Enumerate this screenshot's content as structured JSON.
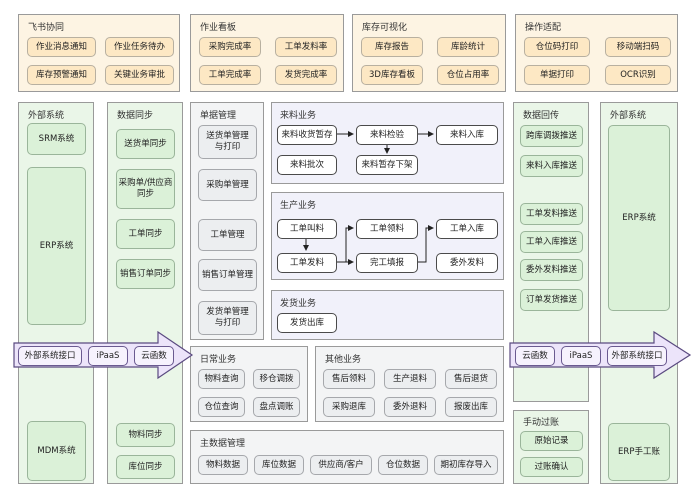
{
  "panels": {
    "feishu": {
      "title": "飞书协同",
      "items": [
        "作业消息通知",
        "作业任务待办",
        "库存预警通知",
        "关键业务审批"
      ]
    },
    "work_board": {
      "title": "作业看板",
      "items": [
        "采购完成率",
        "工单发料率",
        "工单完成率",
        "发货完成率"
      ]
    },
    "inventory_viz": {
      "title": "库存可视化",
      "items": [
        "库存报告",
        "库龄统计",
        "3D库存看板",
        "仓位占用率"
      ]
    },
    "ops_adapt": {
      "title": "操作适配",
      "items": [
        "仓位码打印",
        "移动端扫码",
        "单据打印",
        "OCR识别"
      ]
    },
    "ext_left": {
      "title": "外部系统",
      "items": [
        "SRM系统",
        "ERP系统",
        "MDM系统"
      ]
    },
    "data_sync": {
      "title": "数据同步",
      "items": [
        "送货单同步",
        "采购单/供应商同步",
        "工单同步",
        "销售订单同步",
        "物料同步",
        "库位同步"
      ]
    },
    "doc_mgmt": {
      "title": "单据管理",
      "items": [
        "送货单管理与打印",
        "采购单管理",
        "工单管理",
        "销售订单管理",
        "发货单管理与打印"
      ]
    },
    "incoming": {
      "title": "来料业务",
      "items": [
        "来料收货暂存",
        "来料检验",
        "来料入库",
        "来料批次",
        "来料暂存下架"
      ]
    },
    "production": {
      "title": "生产业务",
      "items": [
        "工单叫料",
        "工单领料",
        "工单入库",
        "工单发料",
        "完工填报",
        "委外发料"
      ]
    },
    "shipping": {
      "title": "发货业务",
      "items": [
        "发货出库"
      ]
    },
    "daily": {
      "title": "日常业务",
      "items": [
        "物料查询",
        "移仓调拨",
        "仓位查询",
        "盘点调账"
      ]
    },
    "other": {
      "title": "其他业务",
      "items": [
        "售后领料",
        "生产退料",
        "售后退货",
        "采购退库",
        "委外退料",
        "报废出库"
      ]
    },
    "master_data": {
      "title": "主数据管理",
      "items": [
        "物料数据",
        "库位数据",
        "供应商/客户",
        "仓位数据",
        "期初库存导入"
      ]
    },
    "data_return": {
      "title": "数据回传",
      "items": [
        "跨库调拨推送",
        "来料入库推送",
        "工单发料推送",
        "工单入库推送",
        "委外发料推送",
        "订单发货推送"
      ]
    },
    "manual_post": {
      "title": "手动过账",
      "items": [
        "原始记录",
        "过账确认"
      ]
    },
    "ext_right": {
      "title": "外部系统",
      "items": [
        "ERP系统",
        "ERP手工账"
      ]
    }
  },
  "integration": {
    "left": [
      "外部系统接口",
      "iPaaS",
      "云函数"
    ],
    "right": [
      "云函数",
      "iPaaS",
      "外部系统接口"
    ]
  },
  "colors": {
    "top_fill": "#fde8c4",
    "top_panel": "#fdf4e3",
    "green_fill": "#dbf1d8",
    "green_panel": "#eaf6e8",
    "gray_fill": "#eceef0",
    "gray_panel": "#f3f4f5",
    "lav_panel": "#f1f1fa",
    "arrow_fill": "#ece4fa"
  }
}
